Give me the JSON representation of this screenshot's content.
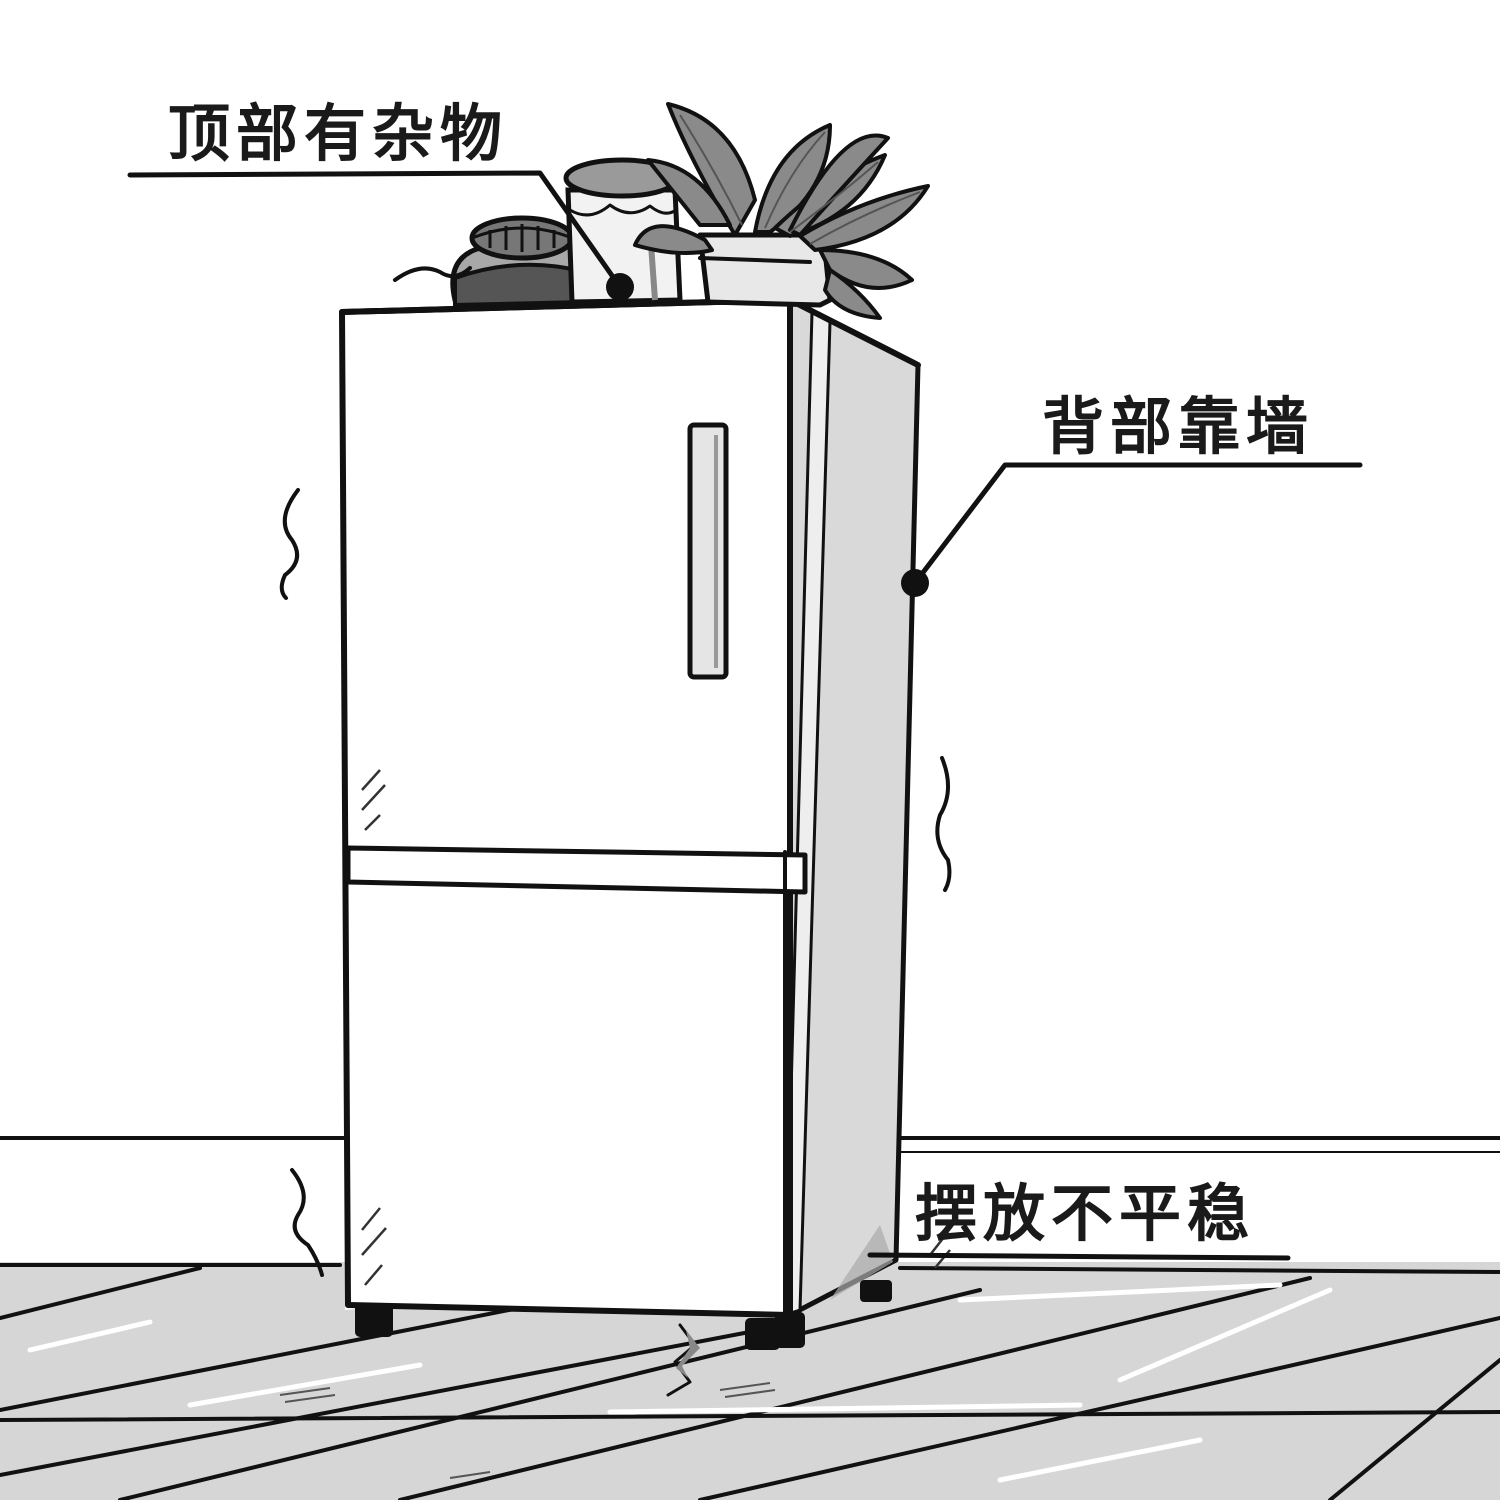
{
  "callouts": {
    "top": {
      "label": "顶部有杂物"
    },
    "back": {
      "label": "背部靠墙"
    },
    "bottom": {
      "label": "摆放不平稳"
    }
  },
  "colors": {
    "ink": "#111111",
    "fridge_front": "#ffffff",
    "fridge_side": "#d9d9d9",
    "floor": "#d6d6d6",
    "plant_leaf": "#8a8a8a",
    "pot": "#e8e8e8",
    "wall": "#ffffff"
  }
}
